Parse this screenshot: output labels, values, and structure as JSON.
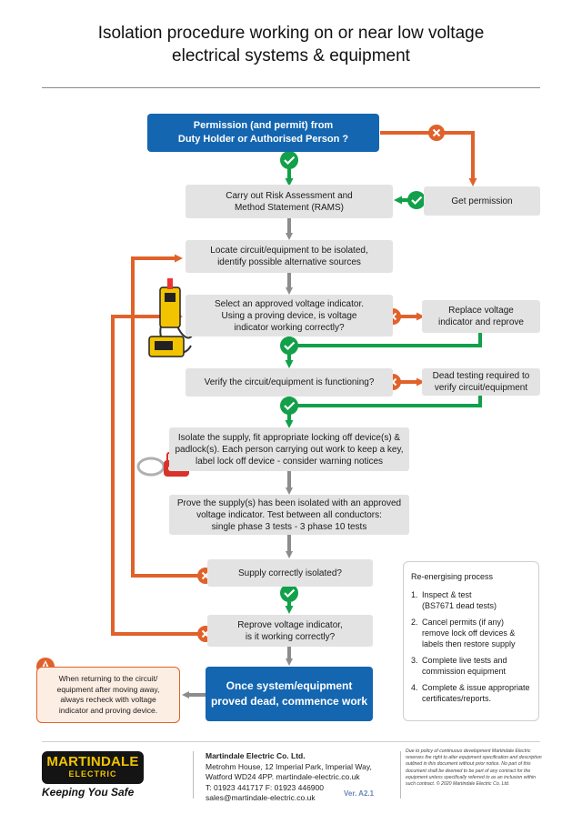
{
  "title": {
    "line1": "Isolation procedure working on or near low voltage",
    "line2": "electrical systems & equipment"
  },
  "colors": {
    "blue": "#1466b0",
    "grey_box": "#e3e3e3",
    "yes_green": "#12a04a",
    "no_orange": "#e0622a",
    "arrow_grey": "#8c8c8c",
    "brand_yellow": "#f2c400"
  },
  "flow": {
    "permission": {
      "line1": "Permission (and permit) from",
      "line2": "Duty Holder or Authorised Person ?"
    },
    "get_permission": "Get permission",
    "rams": {
      "line1": "Carry out Risk Assessment and",
      "line2": "Method Statement (RAMS)"
    },
    "locate": {
      "line1": "Locate circuit/equipment to be isolated,",
      "line2": "identify possible alternative sources"
    },
    "select": {
      "line1": "Select an approved voltage indicator.",
      "line2": "Using a proving device, is voltage",
      "line3": "indicator working correctly?"
    },
    "replace": {
      "line1": "Replace voltage",
      "line2": "indicator and reprove"
    },
    "verify": "Verify the circuit/equipment is functioning?",
    "dead_testing": {
      "line1": "Dead testing required to",
      "line2": "verify circuit/equipment"
    },
    "isolate": {
      "line1": "Isolate the supply, fit appropriate locking off device(s) &",
      "line2": "padlock(s). Each person carrying out work to keep a key,",
      "line3": "label lock off device - consider warning notices"
    },
    "prove": {
      "line1": "Prove the supply(s) has been isolated with an approved",
      "line2": "voltage indicator. Test between all conductors:",
      "line3": "single phase 3 tests - 3 phase 10 tests"
    },
    "supply_isolated": "Supply correctly isolated?",
    "reprove": {
      "line1": "Reprove voltage indicator,",
      "line2": "is it working correctly?"
    },
    "final": {
      "line1": "Once system/equipment",
      "line2": "proved dead, commence work"
    }
  },
  "warning": {
    "line1": "When returning to the circuit/",
    "line2": "equipment after moving away,",
    "line3": "always recheck with voltage",
    "line4": "indicator and proving device."
  },
  "reenergise": {
    "heading": "Re-energising process",
    "steps": [
      {
        "num": "1.",
        "line1": "Inspect & test",
        "line2": "(BS7671 dead tests)"
      },
      {
        "num": "2.",
        "line1": "Cancel permits (if any)",
        "line2": "remove lock off devices &",
        "line3": "labels then restore supply"
      },
      {
        "num": "3.",
        "line1": "Complete live tests and",
        "line2": "commission equipment"
      },
      {
        "num": "4.",
        "line1": "Complete & issue appropriate",
        "line2": "certificates/reports."
      }
    ]
  },
  "footer": {
    "logo_line1": "MARTINDALE",
    "logo_line2": "ELECTRIC",
    "tagline": "Keeping You Safe",
    "company_name": "Martindale Electric Co. Ltd.",
    "address1": "Metrohm House, 12 Imperial Park, Imperial Way,",
    "address2": "Watford WD24 4PP.   martindale-electric.co.uk",
    "phone": "T: 01923 441717  F: 01923 446900",
    "email": "sales@martindale-electric.co.uk",
    "version": "Ver. A2.1",
    "policy": "Due to policy of continuous development Martindale Electric reserves the right to alter equipment specification and description outlined in this document without prior notice. No part of this document shall be deemed to be part of any contract for the equipment unless specifically referred to as an inclusion within such contract. © 2020 Martindale Electric Co. Ltd."
  }
}
